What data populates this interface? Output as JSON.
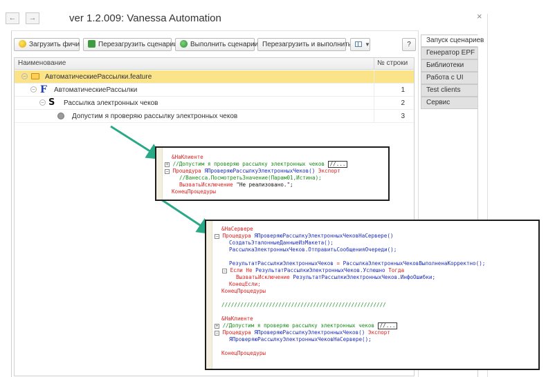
{
  "window": {
    "title": "ver 1.2.009: Vanessa Automation",
    "back_label": "←",
    "forward_label": "→",
    "close_label": "×"
  },
  "toolbar": {
    "load_features": "Загрузить фичи",
    "reload_scenarios": "Перезагрузить сценарии",
    "run_scenarios": "Выполнить сценарии",
    "reload_and_run": "Перезагрузить и выполнить",
    "help": "?"
  },
  "tree": {
    "col_name": "Наименование",
    "col_row": "№ строки",
    "rows": [
      {
        "label": "АвтоматическиеРассылки.feature",
        "num": ""
      },
      {
        "label": "АвтоматическиеРассылки",
        "num": "1"
      },
      {
        "label": "Рассылка электронных чеков",
        "num": "2"
      },
      {
        "label": "Допустим я проверяю рассылку электронных чеков",
        "num": "3"
      }
    ]
  },
  "tabs": [
    "Запуск сценариев",
    "Генератор EPF",
    "Библиотеки",
    "Работа с UI",
    "Test clients",
    "Сервис"
  ],
  "code1": {
    "l1": "&НаКлиенте",
    "l2": "//Допустим я проверяю рассылку электронных чеков",
    "l2_collapsed": "//...",
    "l3_kw": "Процедура",
    "l3_id": "ЯПроверяюРассылкуЭлектронныхЧеков()",
    "l3_export": "Экспорт",
    "l4": "//Ванесса.ПосмотретьЗначение(Парам01,Истина);",
    "l5_kw": "ВызватьИсключение",
    "l5_str": "\"Не реализовано.\";",
    "l6": "КонецПроцедуры"
  },
  "code2": {
    "l1": "&НаСервере",
    "l2_kw": "Процедура",
    "l2_id": "ЯПроверяюРассылкуЭлектронныхЧековНаСервере()",
    "l3": "СоздатьЭталонныеДанныеИзМакета();",
    "l4": "РассылкаЭлектронныхЧеков.ОтправитьСообщенияОчереди();",
    "l5_id": "РезультатРассылкиЭлектронныхЧеков",
    "l5_eq": "=",
    "l5_id2": "РассылкаЭлектронныхЧековВыполненаКорректно();",
    "l6_kw": "Если Не",
    "l6_id": "РезультатРассылкиЭлектронныхЧеков.Успешно",
    "l6_kw2": "Тогда",
    "l7_kw": "ВызватьИсключение",
    "l7_id": "РезультатРассылкиЭлектронныхЧеков.ИнфоОшибки;",
    "l8": "КонецЕсли;",
    "l9": "КонецПроцедуры",
    "l10": "////////////////////////////////////////////////////",
    "l11": "&НаКлиенте",
    "l12": "//Допустим я проверяю рассылку электронных чеков",
    "l12_collapsed": "//...",
    "l13_kw": "Процедура",
    "l13_id": "ЯПроверяюРассылкуЭлектронныхЧеков()",
    "l13_export": "Экспорт",
    "l14": "ЯПроверяюРассылкуЭлектронныхЧековНаСервере();",
    "l15": "КонецПроцедуры"
  }
}
